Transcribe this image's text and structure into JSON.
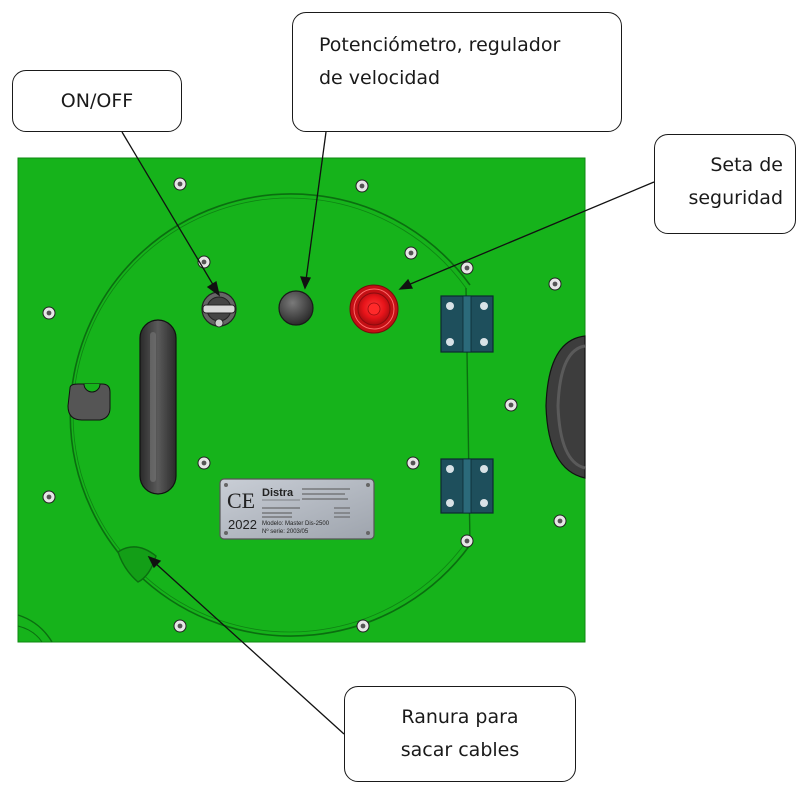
{
  "callouts": {
    "on_off": [
      "ON/OFF"
    ],
    "potenciometro": [
      "Potenciómetro, regulador",
      "de velocidad"
    ],
    "seta": [
      "Seta de",
      "seguridad"
    ],
    "ranura": [
      "Ranura para",
      "sacar cables"
    ]
  },
  "nameplate": {
    "brand": "Distra",
    "mark": "CE",
    "year": "2022",
    "model_line": "Modelo: Master Dis-2500",
    "serial_line": "Nº serie: 2003/05"
  },
  "colors": {
    "panel": "#16b31b",
    "panel_edge": "#0e8a12",
    "emergency_stop": "#e8141a",
    "hinge": "#1e4f5c",
    "handle": "#3a3a3a"
  }
}
